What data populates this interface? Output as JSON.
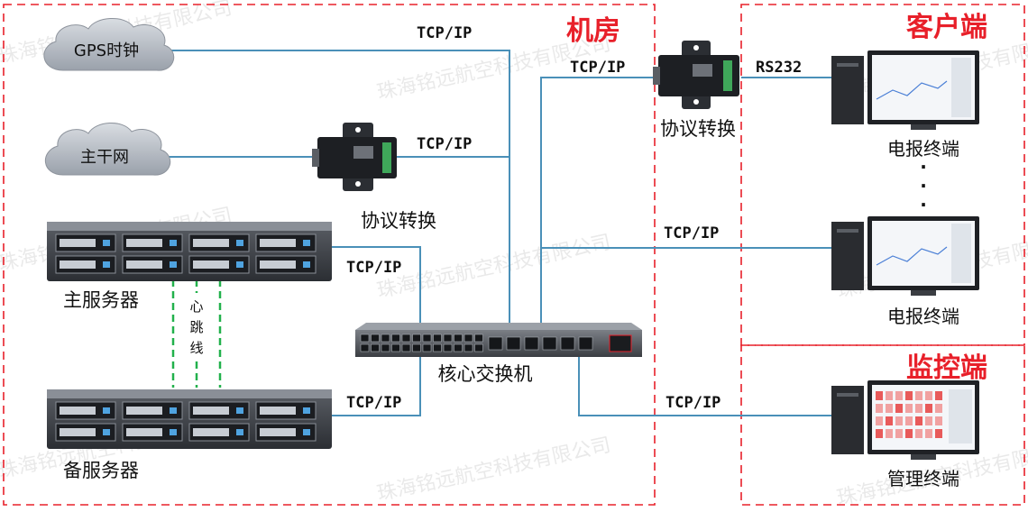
{
  "zones": {
    "machine_room": {
      "title": "机房",
      "color": "#e8202a"
    },
    "client": {
      "title": "客户端",
      "color": "#e8202a"
    },
    "monitor": {
      "title": "监控端",
      "color": "#e8202a"
    }
  },
  "nodes": {
    "gps_clock": "GPS时钟",
    "backbone": "主干网",
    "protocol_converter_left": "协议转换",
    "protocol_converter_right": "协议转换",
    "primary_server": "主服务器",
    "backup_server": "备服务器",
    "heartbeat": "心跳线",
    "core_switch": "核心交换机",
    "telegram_terminal_1": "电报终端",
    "telegram_terminal_2": "电报终端",
    "management_terminal": "管理终端"
  },
  "links": {
    "gps_tcp": "TCP/IP",
    "converter_tcp": "TCP/IP",
    "right_converter_tcp": "TCP/IP",
    "rs232": "RS232",
    "terminal2_tcp": "TCP/IP",
    "primary_tcp": "TCP/IP",
    "backup_tcp": "TCP/IP",
    "mgmt_tcp": "TCP/IP"
  },
  "ellipsis": "·",
  "watermark": "珠海铭远航空科技有限公司",
  "colors": {
    "line": "#4a90b8",
    "heartbeat": "#22b14c",
    "zone_border": "#e8202a",
    "cloud_fill": "#b9bec6",
    "text": "#111111"
  }
}
